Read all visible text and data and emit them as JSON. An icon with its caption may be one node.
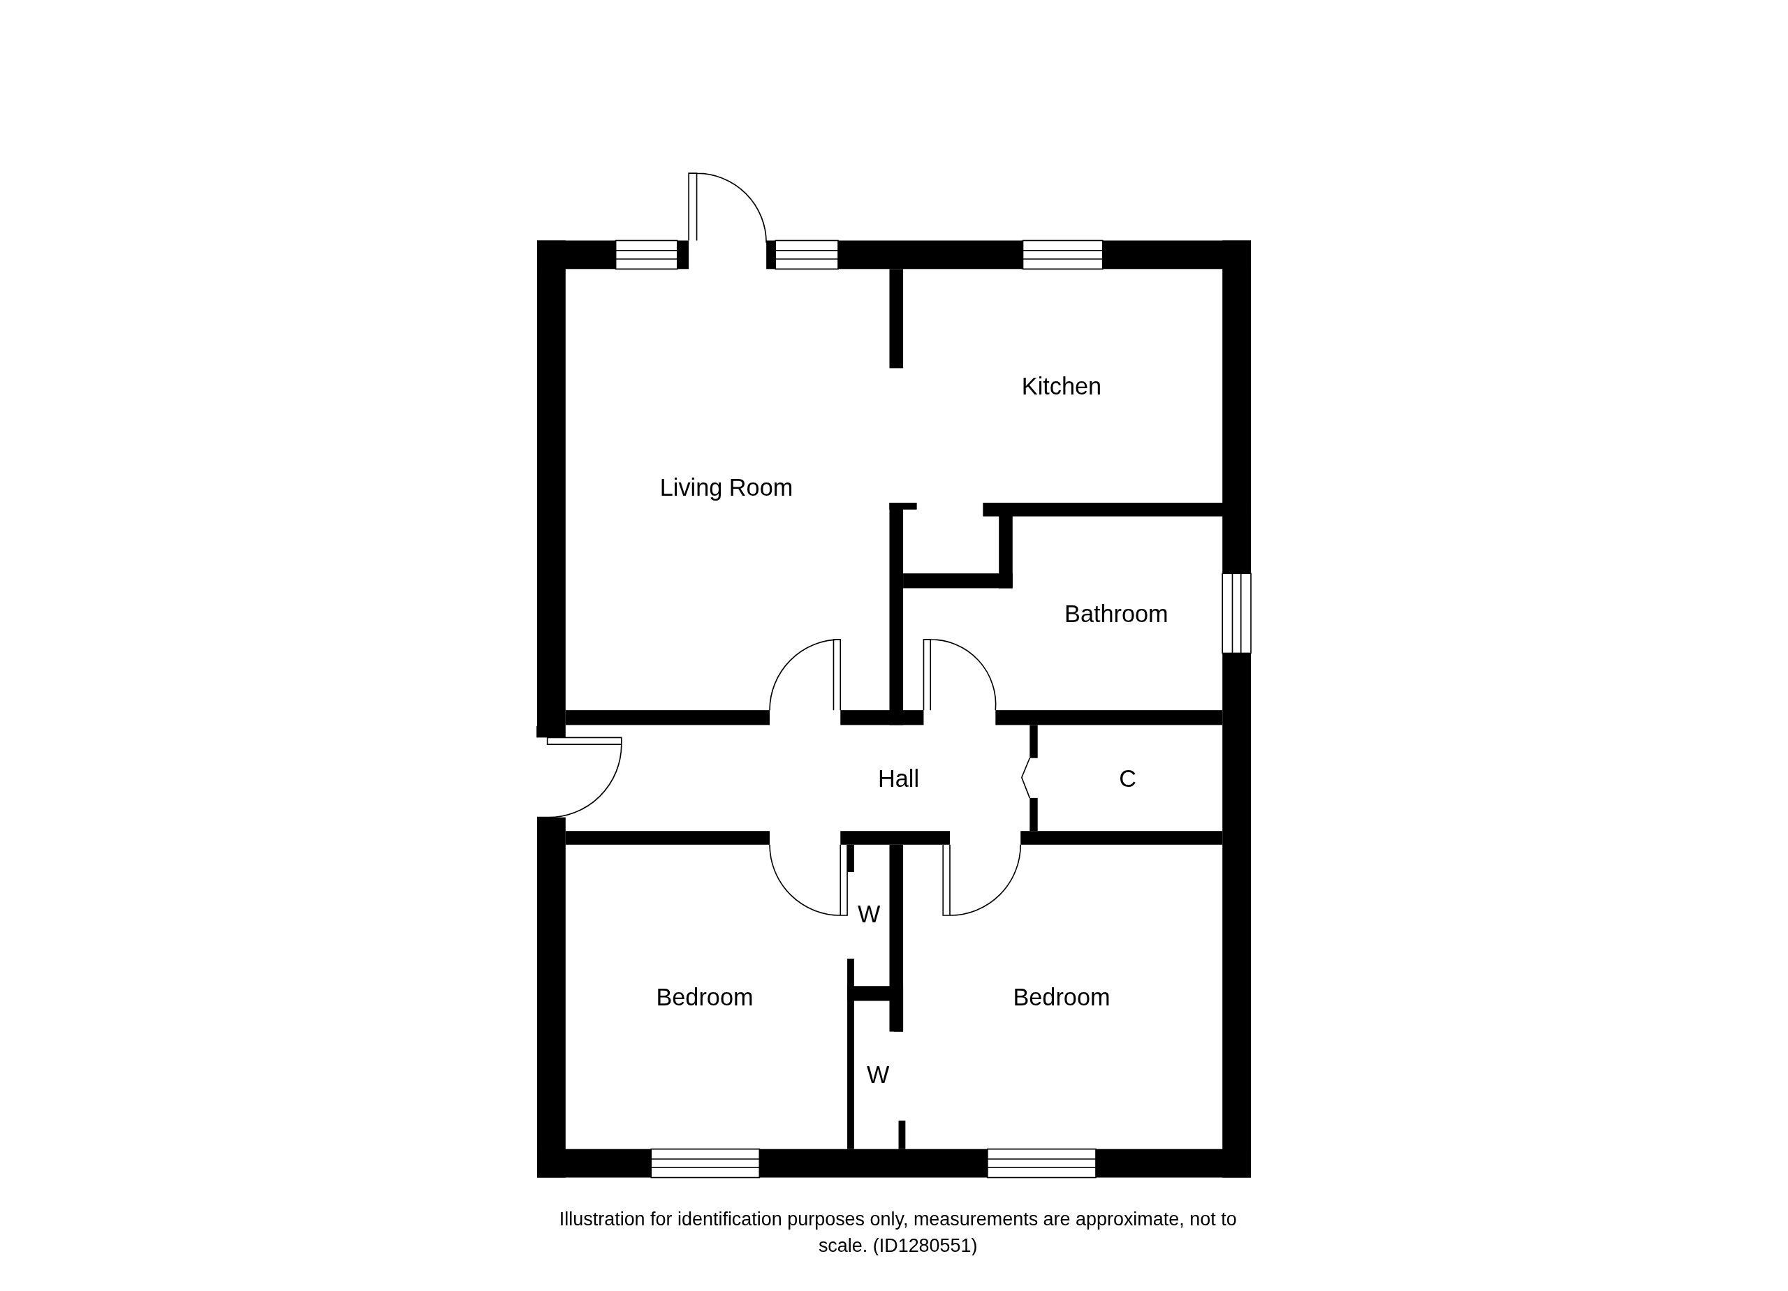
{
  "diagram": {
    "caption": "Illustration for identification purposes only, measurements are approximate, not to scale. (ID1280551)",
    "labels": [
      "Kitchen",
      "Living Room",
      "Bathroom",
      "Hall",
      "C",
      "W",
      "Bedroom",
      "Bedroom",
      "W"
    ]
  }
}
